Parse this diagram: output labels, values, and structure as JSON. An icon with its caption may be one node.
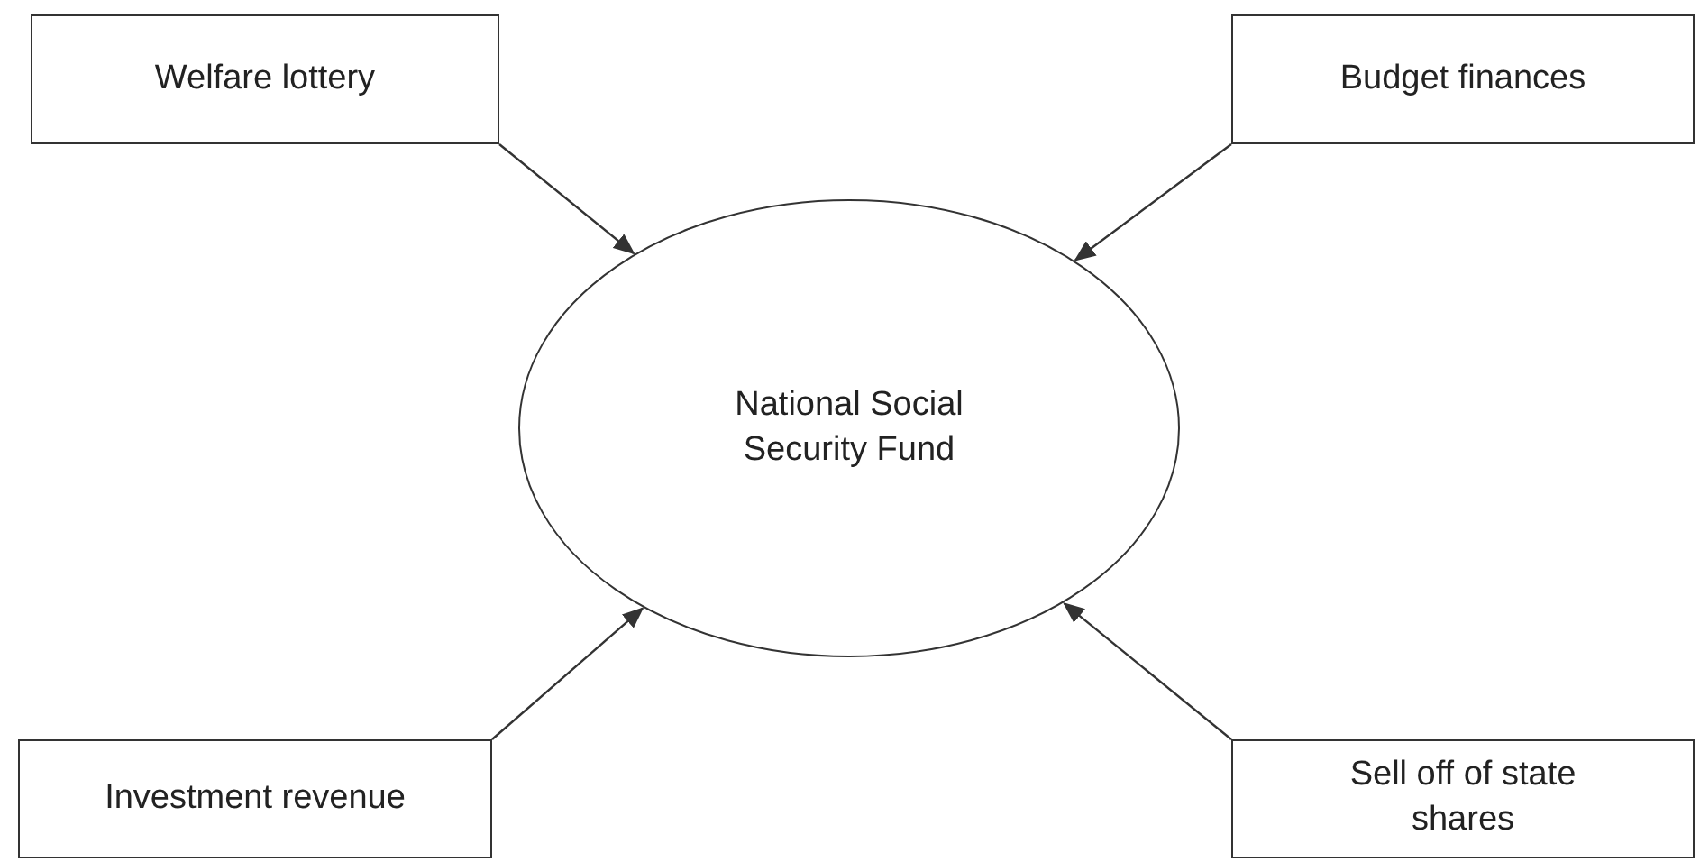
{
  "diagram": {
    "nodes": [
      {
        "text": [
          "Welfare lottery"
        ]
      },
      {
        "text": [
          "Budget finances"
        ]
      },
      {
        "text": [
          "National Social Security Fund"
        ]
      },
      {
        "text": [
          "Investment revenue"
        ]
      },
      {
        "text": [
          "Sell off of state shares"
        ]
      }
    ],
    "edges": [
      {
        "from": 0,
        "to": 2,
        "arrow": "to"
      },
      {
        "from": 1,
        "to": 2,
        "arrow": "to"
      },
      {
        "from": 3,
        "to": 2,
        "arrow": "to"
      },
      {
        "from": 4,
        "to": 2,
        "arrow": "to"
      }
    ]
  }
}
